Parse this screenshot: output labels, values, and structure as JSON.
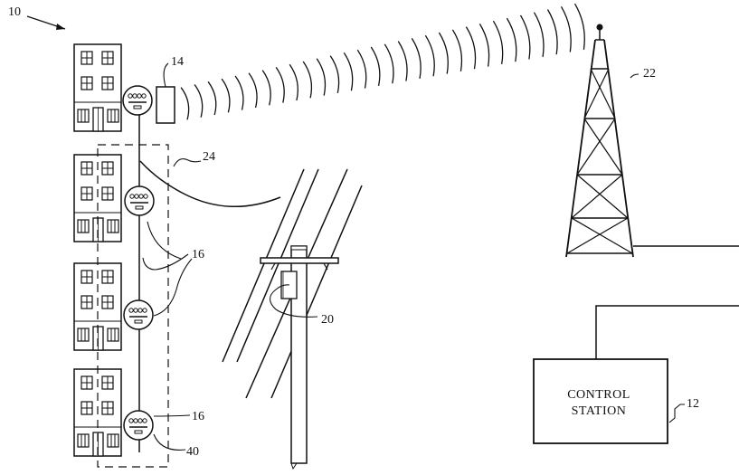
{
  "figure": {
    "system_ref": "10",
    "transmitter_ref": "14",
    "tower_ref": "22",
    "line_ref": "24",
    "meters_ref": "16",
    "meter_bottom_ref": "16",
    "meter_label_ref": "40",
    "transformer_ref": "20",
    "control_station_ref": "12",
    "control_station_label_line1": "CONTROL",
    "control_station_label_line2": "STATION"
  },
  "colors": {
    "ink": "#111111",
    "background": "#ffffff"
  }
}
